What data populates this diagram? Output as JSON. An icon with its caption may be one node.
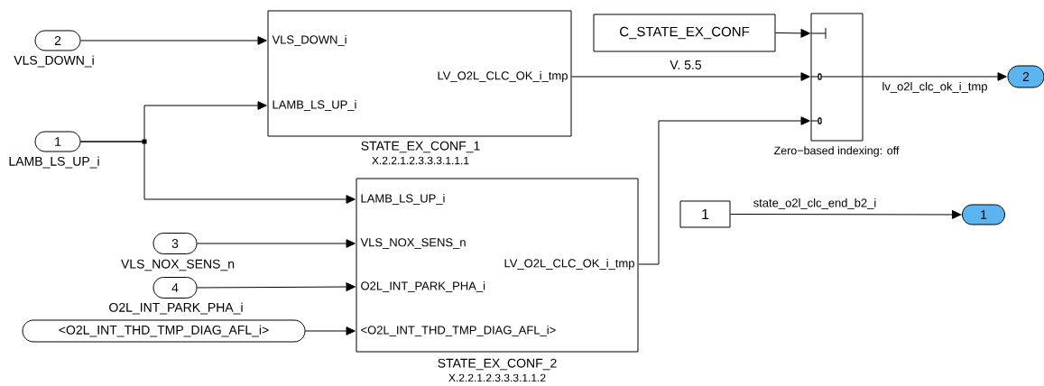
{
  "diagram": {
    "nodes": [
      {
        "text": [
          "2"
        ],
        "beside": [
          "VLS_DOWN_i"
        ]
      },
      {
        "text": [
          "1"
        ],
        "beside": [
          "LAMB_LS_UP_i"
        ]
      },
      {
        "text": [
          "3"
        ],
        "beside": [
          "VLS_NOX_SENS_n"
        ]
      },
      {
        "text": [
          "4"
        ],
        "beside": [
          "O2L_INT_PARK_PHA_i"
        ]
      },
      {
        "text": [
          "<O2L_INT_THD_TMP_DIAG_AFL_i>"
        ]
      },
      {
        "text": [
          "VLS_DOWN_i",
          "LAMB_LS_UP_i",
          "LV_O2L_CLC_OK_i_tmp"
        ],
        "beside": [
          "STATE_EX_CONF_1",
          "X.2.2.1.2.3.3.3.1.1.1"
        ]
      },
      {
        "text": [
          "LAMB_LS_UP_i",
          "VLS_NOX_SENS_n",
          "O2L_INT_PARK_PHA_i",
          "<O2L_INT_THD_TMP_DIAG_AFL_i>",
          "LV_O2L_CLC_OK_i_tmp"
        ],
        "beside": [
          "STATE_EX_CONF_2",
          "X.2.2.1.2.3.3.3.1.1.2"
        ]
      },
      {
        "text": [
          "C_STATE_EX_CONF"
        ],
        "beside": [
          "V. 5.5"
        ]
      },
      {
        "text": [],
        "shape": "box",
        "beside": [
          "Zero−based indexing: off"
        ]
      },
      {
        "text": [
          "1"
        ]
      },
      {
        "text": [
          "2"
        ]
      },
      {
        "text": [
          "1"
        ]
      }
    ],
    "edges": [
      {
        "from": 0,
        "to": 5,
        "arrow": "to"
      },
      {
        "from": 1,
        "to": 5,
        "arrow": "to"
      },
      {
        "from": 1,
        "to": 6,
        "arrow": "to"
      },
      {
        "from": 2,
        "to": 6,
        "arrow": "to"
      },
      {
        "from": 3,
        "to": 6,
        "arrow": "to"
      },
      {
        "from": 4,
        "to": 6,
        "arrow": "to"
      },
      {
        "from": 5,
        "to": 8,
        "arrow": "to"
      },
      {
        "from": 7,
        "to": 8,
        "arrow": "to"
      },
      {
        "from": 6,
        "to": 8,
        "arrow": "to"
      },
      {
        "from": 8,
        "to": 10,
        "arrow": "to",
        "label": "lv_o2l_clc_ok_i_tmp"
      },
      {
        "from": 9,
        "to": 11,
        "arrow": "to",
        "label": "state_o2l_clc_end_b2_i"
      }
    ]
  }
}
